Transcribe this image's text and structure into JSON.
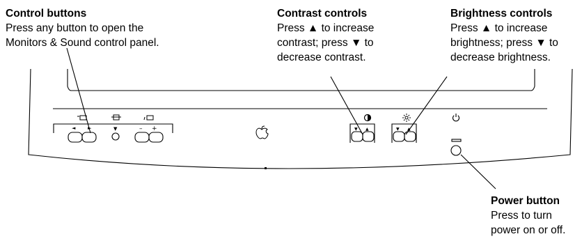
{
  "callouts": {
    "control_buttons": {
      "title": "Control buttons",
      "lines": [
        "Press any button to open the",
        "Monitors & Sound control panel."
      ]
    },
    "contrast_controls": {
      "title": "Contrast controls",
      "lines": [
        "Press ▲ to increase",
        "contrast;  press ▼ to",
        "decrease contrast."
      ]
    },
    "brightness_controls": {
      "title": "Brightness controls",
      "lines": [
        "Press ▲ to increase",
        "brightness;  press ▼ to",
        "decrease brightness."
      ]
    },
    "power_button": {
      "title": "Power button",
      "lines": [
        "Press to turn",
        "power on or off."
      ]
    }
  },
  "panel_symbols": {
    "arrow_left": "◄",
    "arrow_right": "►",
    "arrow_down": "▼",
    "arrow_up": "▲",
    "minus": "–",
    "plus": "+"
  },
  "icons": [
    "monitor-position-icon",
    "monitor-height-icon",
    "monitor-size-icon",
    "apple-logo-icon",
    "contrast-icon",
    "brightness-icon",
    "power-icon"
  ]
}
